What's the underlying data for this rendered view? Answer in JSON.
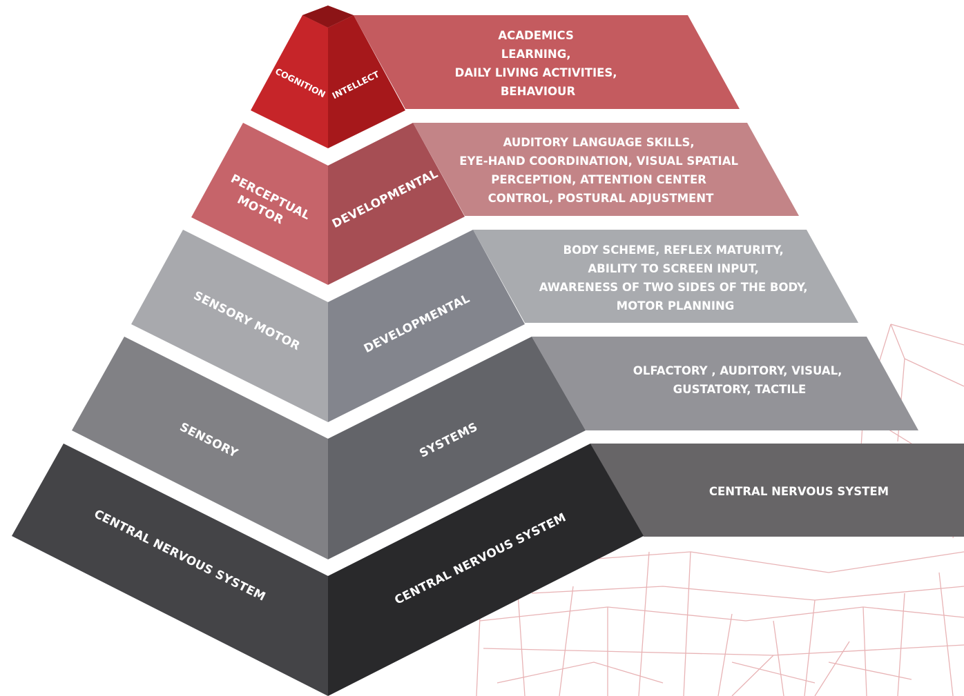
{
  "colors": {
    "level1_left": "#c62529",
    "level1_right": "#a6181b",
    "level1_band": "#c45b5f",
    "level2_left": "#c6646a",
    "level2_right": "#a64e54",
    "level2_band": "#c38487",
    "level3_left": "#a8a9ad",
    "level3_right": "#83858d",
    "level3_band": "#a9abaf",
    "level4_left": "#818185",
    "level4_right": "#636469",
    "level4_band": "#939398",
    "level5_left": "#444447",
    "level5_right": "#29292b",
    "level5_band": "#676567",
    "background_lines": "#e8b3b5"
  },
  "levels": [
    {
      "id": "cognition",
      "left_label": [
        "COGNITION"
      ],
      "right_label": [
        "INTELLECT"
      ],
      "band_lines": [
        "ACADEMICS",
        "LEARNING,",
        "DAILY LIVING ACTIVITIES,",
        "BEHAVIOUR"
      ]
    },
    {
      "id": "perceptual-motor",
      "left_label": [
        "PERCEPTUAL",
        "MOTOR"
      ],
      "right_label": [
        "DEVELOPMENTAL"
      ],
      "band_lines": [
        "AUDITORY LANGUAGE SKILLS,",
        "EYE-HAND COORDINATION, VISUAL SPATIAL",
        "PERCEPTION,  ATTENTION CENTER",
        "CONTROL, POSTURAL ADJUSTMENT"
      ]
    },
    {
      "id": "sensory-motor",
      "left_label": [
        "SENSORY MOTOR"
      ],
      "right_label": [
        "DEVELOPMENTAL"
      ],
      "band_lines": [
        "BODY SCHEME, REFLEX MATURITY,",
        "ABILITY TO SCREEN INPUT,",
        "AWARENESS OF TWO SIDES OF THE BODY,",
        "MOTOR PLANNING"
      ]
    },
    {
      "id": "sensory",
      "left_label": [
        "SENSORY"
      ],
      "right_label": [
        "SYSTEMS"
      ],
      "band_lines": [
        "OLFACTORY , AUDITORY, VISUAL,",
        "GUSTATORY, TACTILE"
      ]
    },
    {
      "id": "cns",
      "left_label": [
        "CENTRAL NERVOUS SYSTEM"
      ],
      "right_label": [
        "CENTRAL NERVOUS SYSTEM"
      ],
      "band_lines": [
        "CENTRAL NERVOUS SYSTEM"
      ]
    }
  ]
}
